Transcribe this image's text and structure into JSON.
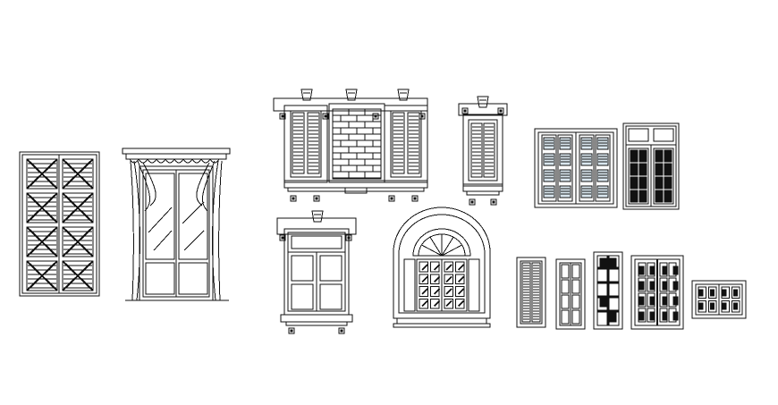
{
  "drawing": {
    "background": "#ffffff",
    "line_color": "#111111",
    "glass_tint": "#d9e6ee",
    "elements": [
      {
        "name": "board-and-batten-shutter",
        "kind": "shutter-x-panels"
      },
      {
        "name": "curtained-french-door",
        "kind": "curtain-door"
      },
      {
        "name": "triple-window-with-brick-panel",
        "kind": "triple-shuttered"
      },
      {
        "name": "single-shuttered-window-with-keystone",
        "kind": "single-shuttered"
      },
      {
        "name": "double-louvered-window",
        "kind": "double-louvered"
      },
      {
        "name": "transom-grid-window",
        "kind": "transom-grid"
      },
      {
        "name": "six-pane-window-with-keystone",
        "kind": "six-pane-keystone"
      },
      {
        "name": "arched-fanlight-window",
        "kind": "arched"
      },
      {
        "name": "small-louvered-window",
        "kind": "small-louvered"
      },
      {
        "name": "small-paneled-window",
        "kind": "small-paneled"
      },
      {
        "name": "small-dark-muntin-window",
        "kind": "small-dark-grid"
      },
      {
        "name": "double-casement-grid-window",
        "kind": "double-grid"
      },
      {
        "name": "small-square-grid-window",
        "kind": "square-grid"
      }
    ]
  }
}
